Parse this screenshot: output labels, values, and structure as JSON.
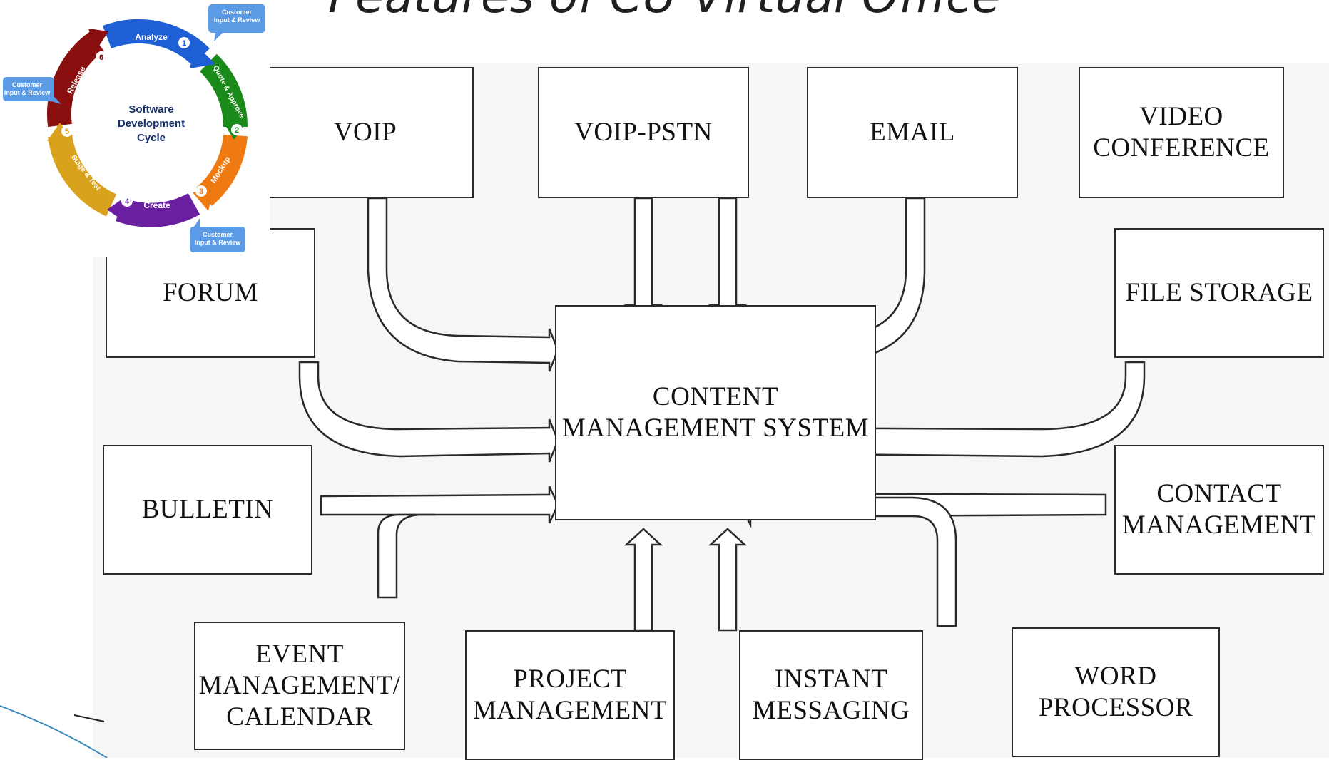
{
  "slide": {
    "title": "Features of CU Virtual Office"
  },
  "diagram": {
    "center": "CONTENT\nMANAGEMENT SYSTEM",
    "nodes": {
      "voip": "VOIP",
      "voip_pstn": "VOIP-PSTN",
      "email": "EMAIL",
      "video_conference": "VIDEO\nCONFERENCE",
      "forum": "FORUM",
      "file_storage": "FILE STORAGE",
      "bulletin": "BULLETIN",
      "contact_management": "CONTACT\nMANAGEMENT",
      "event_management": "EVENT\nMANAGEMENT/\nCALENDAR",
      "project_management": "PROJECT\nMANAGEMENT",
      "instant_messaging": "INSTANT\nMESSAGING",
      "word_processor": "WORD\nPROCESSOR"
    }
  },
  "cycle": {
    "title_line1": "Software",
    "title_line2": "Development",
    "title_line3": "Cycle",
    "stages": [
      {
        "num": "1",
        "label": "Analyze",
        "color": "#1f5fd6"
      },
      {
        "num": "2",
        "label": "Quote & Approve",
        "color": "#1a8a1a"
      },
      {
        "num": "3",
        "label": "Mockup",
        "color": "#f07a12"
      },
      {
        "num": "4",
        "label": "Create",
        "color": "#6a1fa0"
      },
      {
        "num": "5",
        "label": "Stage & Test",
        "color": "#d8a21c"
      },
      {
        "num": "6",
        "label": "Release",
        "color": "#8a1010"
      }
    ],
    "callout_line1": "Customer",
    "callout_line2": "Input & Review"
  }
}
